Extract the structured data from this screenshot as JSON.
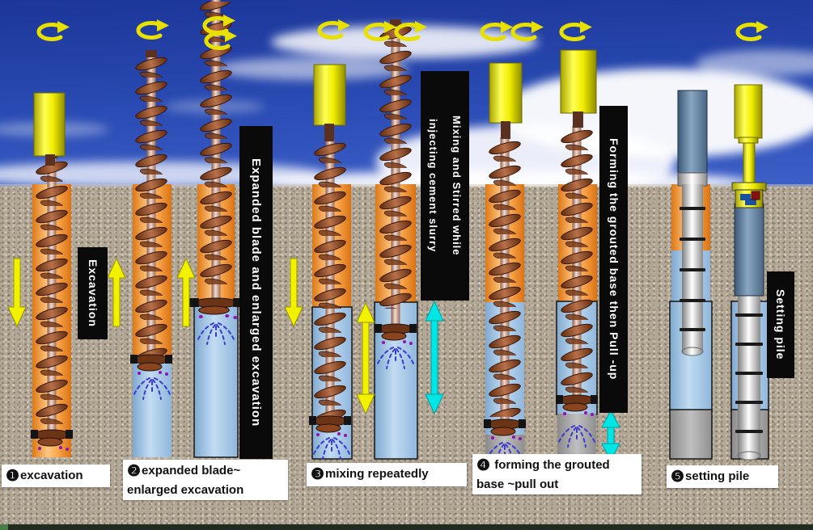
{
  "title": "Pile construction process diagram",
  "banners": {
    "excavation": "Excavation",
    "expanded": "Expanded blade and enlarged excavation",
    "mixing_line1": "Mixing and Stirred while",
    "mixing_line2": "injecting cement slurry",
    "forming": "Forming the grouted base then Pull -up",
    "setting": "Setting pile"
  },
  "steps": [
    {
      "num": "❶",
      "lines": [
        "excavation"
      ]
    },
    {
      "num": "❷",
      "lines": [
        "expanded blade~",
        "enlarged excavation"
      ]
    },
    {
      "num": "❸",
      "lines": [
        "mixing repeatedly"
      ]
    },
    {
      "num": "❹",
      "lines": [
        " forming the grouted",
        "base ~pull out"
      ]
    },
    {
      "num": "❺",
      "lines": [
        "setting pile"
      ]
    }
  ],
  "icons": {
    "rotation": "rotation-arrow-icon",
    "descend": "down-arrow-icon",
    "ascend": "up-arrow-icon",
    "updown": "up-down-arrow-icon",
    "spray": "slurry-spray-icon"
  },
  "colors": {
    "sky_top": "#1c3699",
    "sky_bottom": "#3d5fc8",
    "ground": "#b2a695",
    "orange": "#f9a64c",
    "slurry": "#a9c8e8",
    "machine_yellow": "#f2ee00",
    "arrow_yellow": "#f2f200",
    "arrow_cyan": "#00e6e6",
    "banner_bg": "#0a0a0a",
    "banner_text": "#ffffff",
    "label_bg": "#ffffff",
    "label_text": "#111111",
    "pile_steel": "#5a7898",
    "pile_silver": "#d8d8d8",
    "base_gray": "#9a9a9a"
  }
}
